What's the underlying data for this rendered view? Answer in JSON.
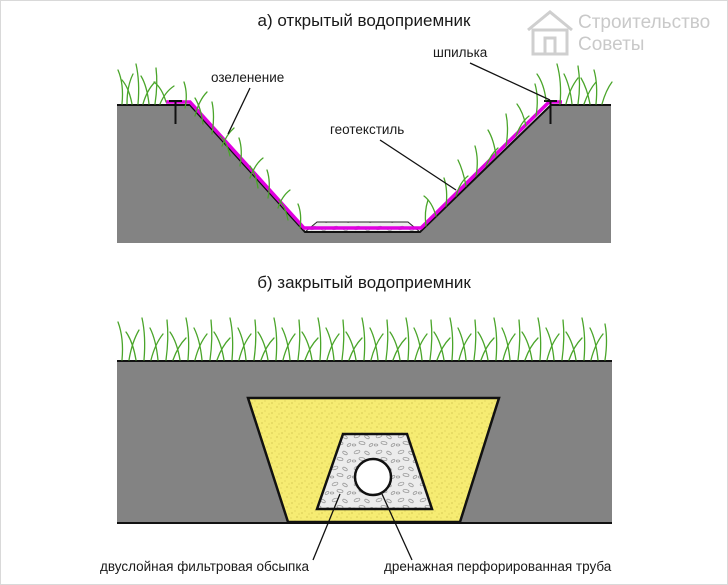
{
  "watermark": {
    "line1": "Строительство",
    "line2": "Советы",
    "icon": "house-icon"
  },
  "open_section": {
    "title": "а) открытый водоприемник",
    "labels": {
      "greening": "озеленение",
      "pin": "шпилька",
      "geotextile": "геотекстиль"
    }
  },
  "closed_section": {
    "title": "б) закрытый водоприемник",
    "labels": {
      "filter": "двуслойная фильтровая обсыпка",
      "pipe": "дренажная перфорированная труба"
    }
  },
  "colors": {
    "soil": "#838383",
    "ground_line": "#111111",
    "geotextile": "#e000e0",
    "grass": "#4aa52a",
    "sand": "#f6ec72",
    "gravel": "#e8e8e8"
  }
}
